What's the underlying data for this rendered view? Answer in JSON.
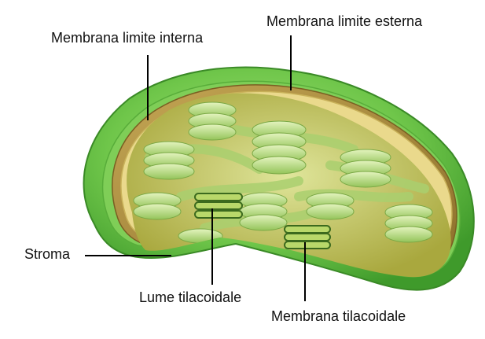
{
  "labels": {
    "outer_membrane": "Membrana limite esterna",
    "inner_membrane": "Membrana limite interna",
    "stroma": "Stroma",
    "thylakoid_lumen": "Lume tilacoidale",
    "thylakoid_membrane": "Membrana tilacoidale"
  },
  "colors": {
    "outer_green": "#6fc64a",
    "outer_dark": "#3f9a2b",
    "inner_tan": "#a88a3a",
    "membrane_yellow": "#e8d88a",
    "stroma_olive": "#b8b84a",
    "grana_light": "#c9e79a",
    "grana_mid": "#9ccc65"
  }
}
